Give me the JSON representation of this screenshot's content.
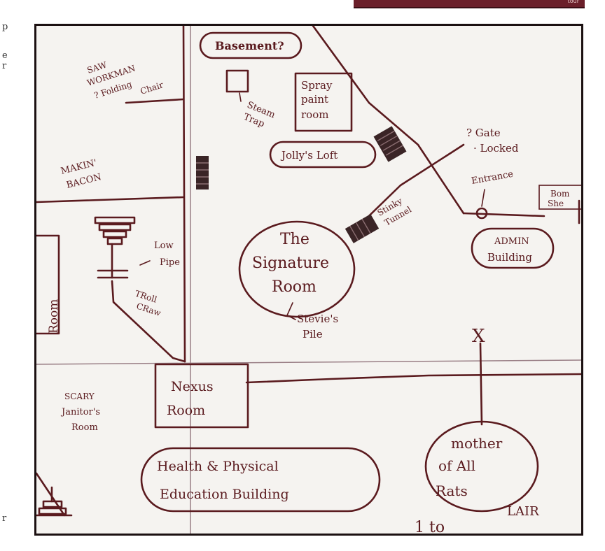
{
  "banner_text": "tour",
  "edge_marks": [
    "p",
    "e",
    "r",
    "r"
  ],
  "labels": {
    "basement": "Basement?",
    "spray_paint_room": [
      "Spray",
      "paint",
      "room"
    ],
    "steam_trap": [
      "Steam",
      "Trap"
    ],
    "jollys_loft": "Jolly's Loft",
    "saw_workman": [
      "SAW",
      "WORKMAN",
      "? Folding",
      "Chair"
    ],
    "makin_bacon": [
      "MAKIN'",
      "BACON"
    ],
    "gate_locked": [
      "? Gate",
      "· Locked"
    ],
    "entrance": "Entrance",
    "bomb_shelter": [
      "Bom",
      "She"
    ],
    "stinky_tunnel": [
      "Stinky",
      "Tunnel"
    ],
    "signature_room": [
      "The",
      "Signature",
      "Room"
    ],
    "stevies_pile": [
      "Stevie's",
      "Pile"
    ],
    "admin_building": [
      "ADMIN",
      "Building"
    ],
    "low_pipe": [
      "Low",
      "Pipe"
    ],
    "troll_crawl": [
      "TRoll",
      "CRaw"
    ],
    "room_left": "Room",
    "x_mark": "X",
    "nexus_room": [
      "Nexus",
      "Room"
    ],
    "scary_janitor": [
      "SCARY",
      "Janitor's",
      "Room"
    ],
    "health_building": [
      "Health & Physical",
      "Education Building"
    ],
    "mother_of_all_rats": [
      "mother",
      "of All",
      "Rats",
      "LAIR"
    ],
    "bottom_text": "1 to"
  },
  "colors": {
    "ink": "#5a1a1e",
    "paper": "#f5f3f0",
    "frame": "#1b1011",
    "grid": "#9a7f86",
    "banner": "#6b1f2a"
  }
}
